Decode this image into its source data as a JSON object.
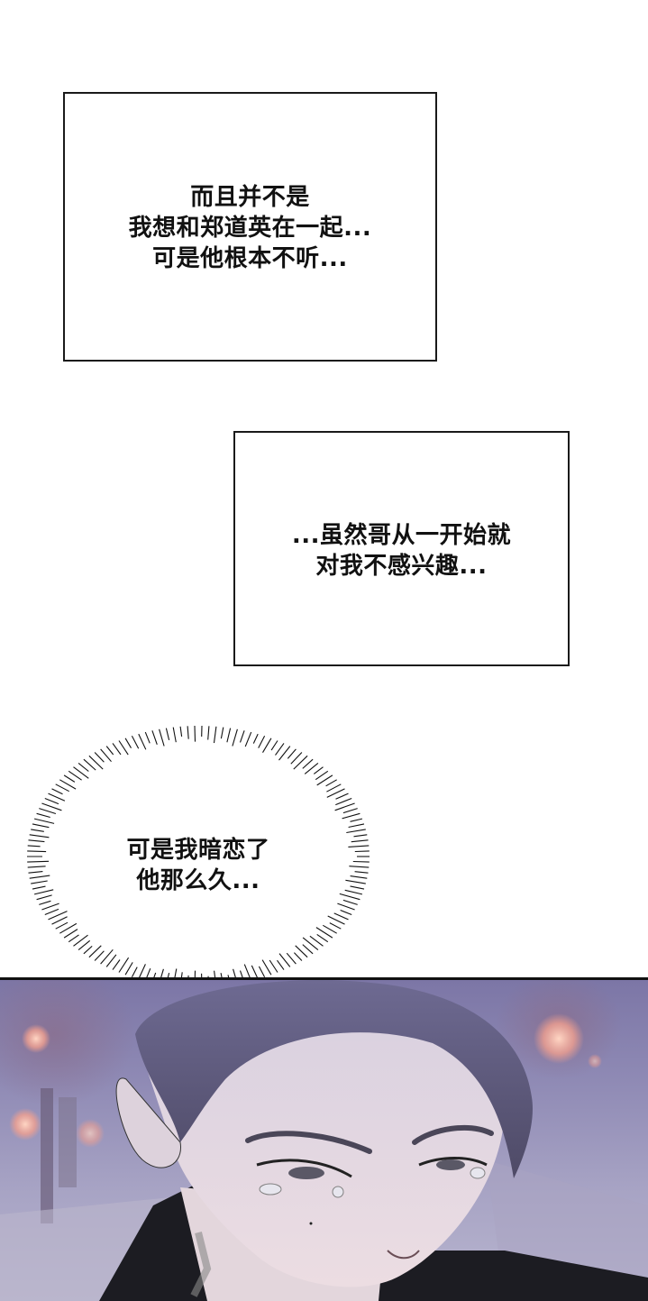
{
  "panels": [
    {
      "type": "caption-box",
      "lines": [
        "而且并不是",
        "我想和郑道英在一起...",
        "可是他根本不听..."
      ]
    },
    {
      "type": "caption-box",
      "lines": [
        "...虽然哥从一开始就",
        "对我不感兴趣..."
      ]
    },
    {
      "type": "thought-burst",
      "lines": [
        "可是我暗恋了",
        "他那么久..."
      ]
    },
    {
      "type": "illustration",
      "description": "Close-up of a dark-haired man with slicked-back hair, tearful eyes, neck tattoo, black jacket, night street with blurred lamp lights",
      "colors": {
        "background": "#8e89b4",
        "lamp_glow": "#f2a090",
        "skin": "#e6dbe2",
        "hair": "#5c5878",
        "jacket": "#1c1c22"
      }
    }
  ]
}
